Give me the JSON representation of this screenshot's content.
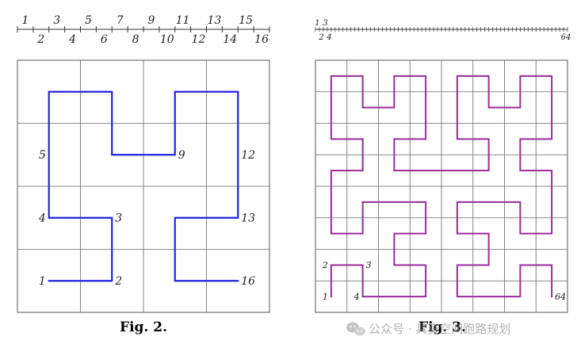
{
  "fig2": {
    "caption": "Fig. 2.",
    "scale_top": [
      "1",
      "3",
      "5",
      "7",
      "9",
      "11",
      "13",
      "15"
    ],
    "scale_bottom": [
      "2",
      "4",
      "6",
      "8",
      "10",
      "12",
      "14",
      "16"
    ],
    "curve_color": "#2424e0",
    "point_labels": [
      {
        "text": "1",
        "col": 0,
        "row": 0,
        "side": "left"
      },
      {
        "text": "2",
        "col": 1,
        "row": 0,
        "side": "right"
      },
      {
        "text": "3",
        "col": 1,
        "row": 1,
        "side": "right"
      },
      {
        "text": "4",
        "col": 0,
        "row": 1,
        "side": "left"
      },
      {
        "text": "5",
        "col": 0,
        "row": 2,
        "side": "left"
      },
      {
        "text": "9",
        "col": 2,
        "row": 2,
        "side": "right"
      },
      {
        "text": "12",
        "col": 3,
        "row": 2,
        "side": "right"
      },
      {
        "text": "13",
        "col": 3,
        "row": 1,
        "side": "right"
      },
      {
        "text": "16",
        "col": 3,
        "row": 0,
        "side": "right"
      }
    ]
  },
  "fig3": {
    "caption": "Fig. 3.",
    "scale_top": [
      "1",
      "3"
    ],
    "scale_bottom": [
      "2",
      "4"
    ],
    "scale_end": "64",
    "curve_color": "#9b2a9b",
    "point_labels": [
      {
        "text": "1",
        "col": 0,
        "row": 0,
        "side": "left"
      },
      {
        "text": "2",
        "col": 0,
        "row": 1,
        "side": "left"
      },
      {
        "text": "3",
        "col": 1,
        "row": 1,
        "side": "right"
      },
      {
        "text": "4",
        "col": 1,
        "row": 0,
        "side": "left"
      },
      {
        "text": "64",
        "col": 7,
        "row": 0,
        "side": "right"
      }
    ]
  },
  "watermark": {
    "text": "公众号 · 具身空间跑路规划",
    "icon": "wechat-icon"
  }
}
